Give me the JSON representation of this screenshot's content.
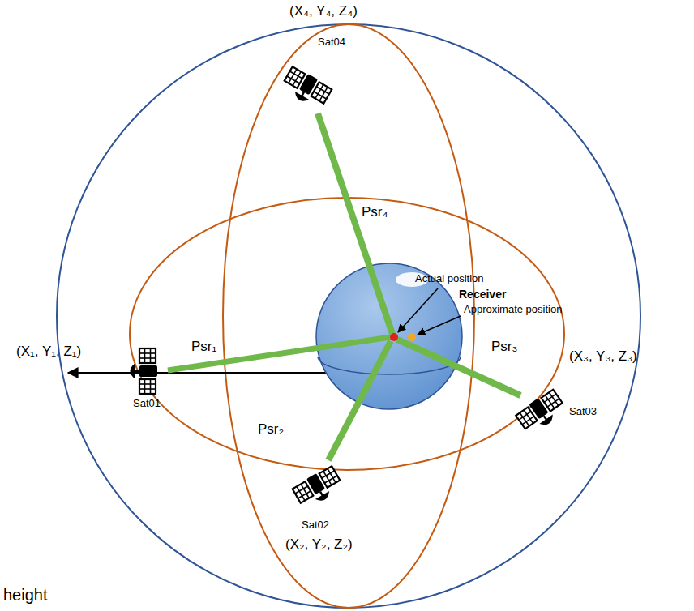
{
  "diagram": {
    "labels": [
      "(X₄, Y₄, Z₄)",
      "Sat04",
      "Psr₄",
      "(X₁, Y₁, Z₁)",
      "Actual position",
      "Receiver",
      "Approximate position",
      "Psr₁",
      "Sat01",
      "Psr₃",
      "(X₃, Y₃, Z₃)",
      "Sat03",
      "Psr₂",
      "Sat02",
      "(X₂, Y₂, Z₂)",
      "height"
    ]
  }
}
